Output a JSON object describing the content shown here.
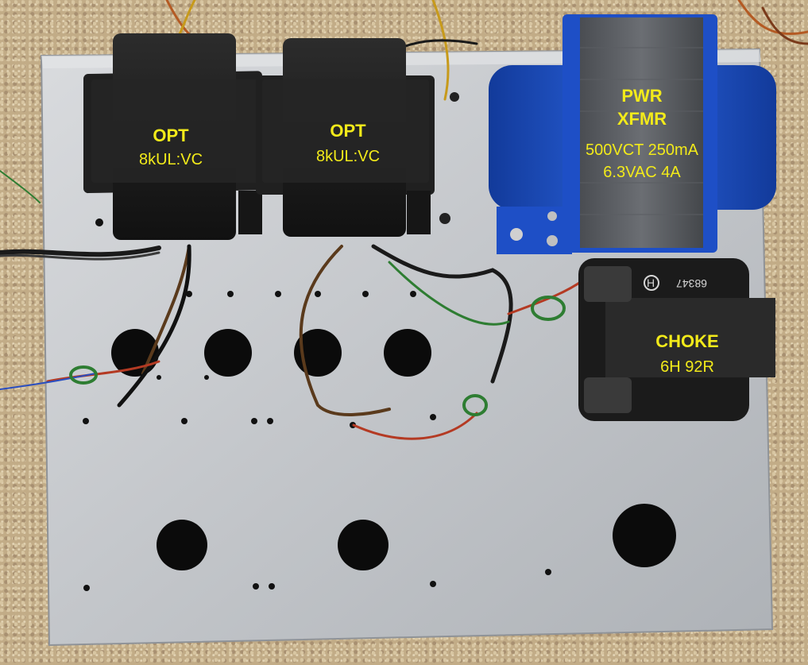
{
  "labels": {
    "opt_left": {
      "title": "OPT",
      "spec": "8kUL:VC"
    },
    "opt_right": {
      "title": "OPT",
      "spec": "8kUL:VC"
    },
    "power": {
      "title_line1": "PWR",
      "title_line2": "XFMR",
      "spec_line1": "500VCT 250mA",
      "spec_line2": "6.3VAC 4A"
    },
    "choke": {
      "title": "CHOKE",
      "spec": "6H  92R",
      "stamp": "68347"
    }
  },
  "colors": {
    "label_text": "#f2ea1a",
    "chassis": "#c7c9cc",
    "transformer_black": "#1d1d1d",
    "bell_blue": "#1f4fc4",
    "carpet": "#c2ac87"
  }
}
